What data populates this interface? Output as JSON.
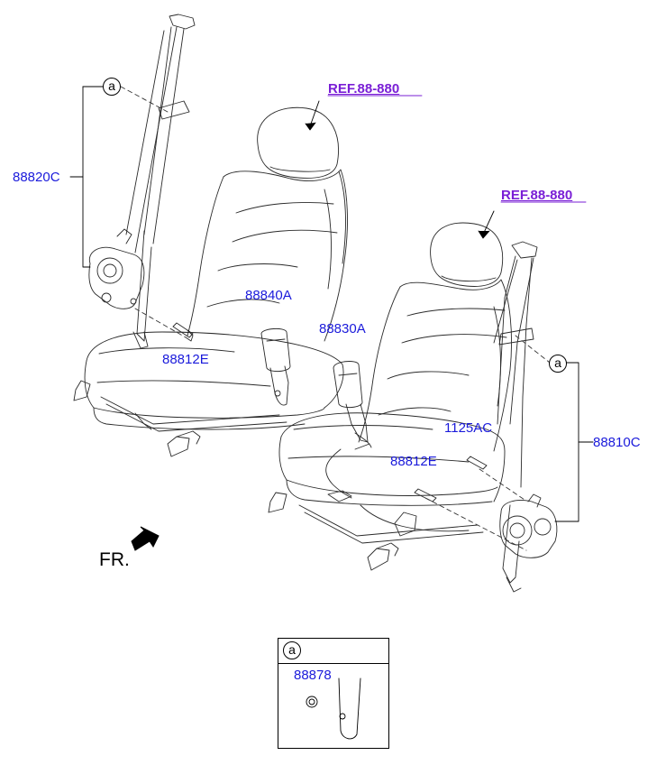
{
  "labels": {
    "seatbelt_driver": "88820C",
    "seatbelt_passenger": "88810C",
    "buckle_driver": "88840A",
    "buckle_passenger": "88830A",
    "bolt_driver": "88812E",
    "bolt_passenger": "88812E",
    "bolt_anchor": "1125AC",
    "ref_driver_seat": "REF.88-880",
    "ref_passenger_seat": "REF.88-880",
    "circle_a_left": "a",
    "circle_a_right": "a",
    "detail_circle": "a",
    "detail_part": "88878",
    "front_indicator": "FR."
  },
  "colors": {
    "part_number": "#1a1adb",
    "reference": "#7a1fd6",
    "line": "#000000"
  }
}
